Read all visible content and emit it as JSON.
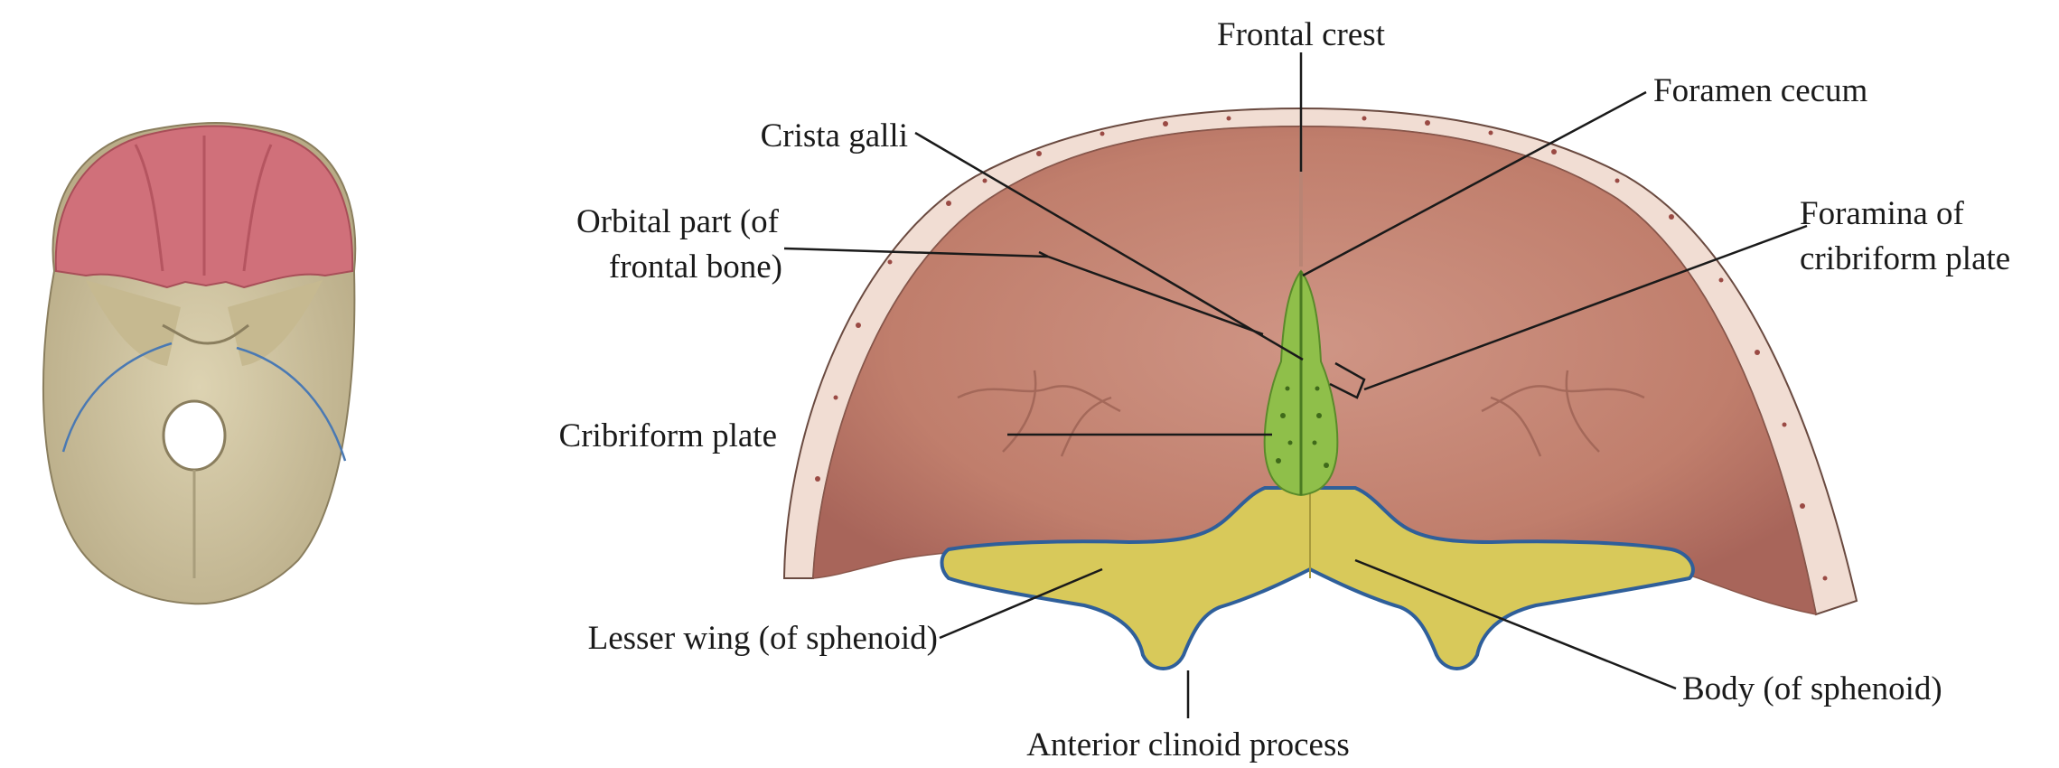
{
  "labels": {
    "frontal_crest": "Frontal crest",
    "foramen_cecum": "Foramen cecum",
    "crista_galli": "Crista galli",
    "foramina_line1": "Foramina of",
    "foramina_line2": "cribriform plate",
    "orbital_line1": "Orbital part (of",
    "orbital_line2": "frontal bone)",
    "cribriform_plate": "Cribriform plate",
    "lesser_wing": "Lesser wing (of sphenoid)",
    "body": "Body (of sphenoid)",
    "anterior_clinoid": "Anterior clinoid process"
  },
  "colors": {
    "frontal_bone": "#c98a78",
    "frontal_bone_dark": "#a8655a",
    "skull_rim": "#f1ddd3",
    "sphenoid": "#d8c95a",
    "cribriform": "#8fbf4a",
    "thumbnail_frontal": "#d0707a",
    "thumbnail_base": "#cdc29d",
    "edge_blue": "#2f5f9a"
  }
}
